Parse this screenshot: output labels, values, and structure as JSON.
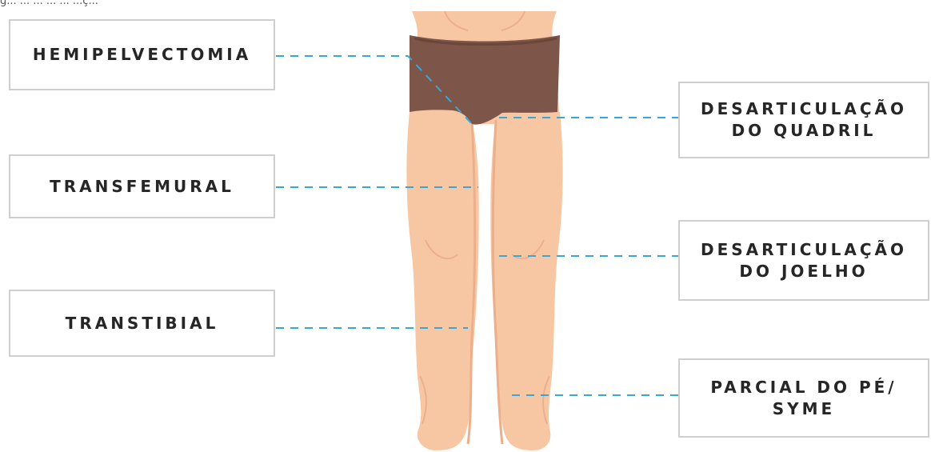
{
  "caption_cut": "g... ... ... ... ... ...ç...",
  "labels": {
    "hemipelvectomia": "HEMIPELVECTOMIA",
    "transfemural": "TRANSFEMURAL",
    "transtibial": "TRANSTIBIAL",
    "desarticulacao_quadril": [
      "DESARTICULAÇÃO",
      "DO QUADRIL"
    ],
    "desarticulacao_joelho": [
      "DESARTICULAÇÃO",
      "DO JOELHO"
    ],
    "parcial_pe": [
      "PARCIAL DO PÉ/",
      "SYME"
    ]
  },
  "colors": {
    "skin": "#f7c7a3",
    "skin_shade": "#ebb08b",
    "shorts": "#7d5549",
    "dash": "#3aa6d6",
    "box_border": "#cfcfcf",
    "text": "#262626"
  }
}
